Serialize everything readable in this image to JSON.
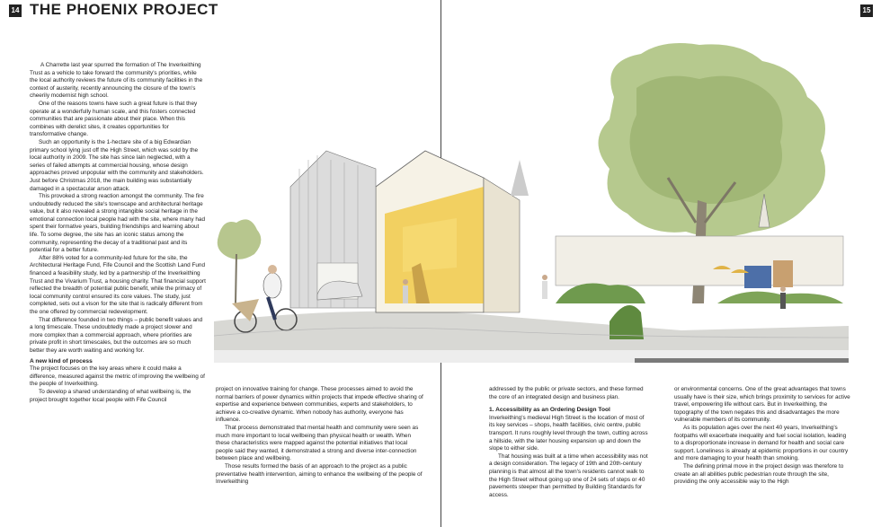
{
  "header": {
    "page_left": "14",
    "page_right": "15",
    "title": "THE PHOENIX PROJECT"
  },
  "col1": {
    "p1": "A Charrette last year spurred the formation of The Inverkeithing Trust as a vehicle to take forward the community's priorities, while the local authority reviews the future of its community facilities in the context of austerity, recently announcing the closure of the town's cheerily modernist high school.",
    "p2": "One of the reasons towns have such a great future is that they operate at a wonderfully human scale, and this fosters connected communities that are passionate about their place. When this combines with derelict sites, it creates opportunities for transformative change.",
    "p3": "Such an opportunity is the 1-hectare site of a big Edwardian primary school lying just off the High Street, which was sold by the local authority in 2009. The site has since lain neglected, with a series of failed attempts at commercial housing, whose design approaches proved unpopular with the community and stakeholders. Just before Christmas 2018, the main building was substantially damaged in a spectacular arson attack.",
    "p4": "This provoked a strong reaction amongst the community. The fire undoubtedly reduced the site's townscape and architectural heritage value, but it also revealed a strong intangible social heritage in the emotional connection local people had with the site, where many had spent their formative years, building friendships and learning about life. To some degree, the site has an iconic status among the community, representing the decay of a traditional past and its potential for a better future.",
    "p5": "After 88% voted for a community-led future for the site, the Architectural Heritage Fund, Fife Council and the Scottish Land Fund financed a feasibility study, led by a partnership of the Inverkeithing Trust and the Vivarium Trust, a housing charity. That financial support reflected the breadth of potential public benefit, while the primacy of local community control ensured its core values. The study, just completed, sets out a vison for the site that is radically different from the one offered by commercial redevelopment.",
    "p6": "That difference founded in two things – public benefit values and a long timescale. These undoubtedly made a project slower and more complex than a commercial approach, where priorities are private profit in short timescales, but the outcomes are so much better they are worth waiting and working for.",
    "heading": "A new kind of process",
    "p7": "The project focuses on the key areas where it could make a difference, measured against the metric of improving the wellbeing of the people of Inverkeithing.",
    "p8": "To develop a shared understanding of what wellbeing is, the project brought together local people with Fife Council"
  },
  "col2": {
    "p1": "project on innovative training for change. These processes aimed to avoid the normal barriers of power dynamics within projects that impede effective sharing of expertise and experience between communities, experts and stakeholders, to achieve a co-creative dynamic. When nobody has authority, everyone has influence.",
    "p2": "That process demonstrated that mental health and community were seen as much more important to local wellbeing than physical health or wealth. When these characteristics were mapped against the potential initiatives that local people said they wanted, it demonstrated a strong and diverse inter-connection between place and wellbeing.",
    "p3": "Those results formed the basis of an approach to the project as a public preventative health intervention, aiming to enhance the wellbeing of the people of Inverkeithing"
  },
  "col3": {
    "p1": "addressed by the public or private sectors, and these formed the core of an integrated design and business plan.",
    "heading": "1. Accessibility as an Ordering Design Tool",
    "p2": "Inverkeithing's medieval High Street is the location of most of its key services – shops, health facilities, civic centre, public transport. It runs roughly level through the town, cutting across a hillside, with the later housing expansion up and down the slope to either side.",
    "p3": "That housing was built at a time when accessibility was not a design consideration. The legacy of 19th and 20th-century planning is that almost all the town's residents cannot walk to the High Street without going up one of 24 sets of steps or 40 pavements steeper than permitted by Building Standards for access."
  },
  "col4": {
    "p1": "or environmental concerns. One of the great advantages that towns usually have is their size, which brings proximity to services for active travel, empowering life without cars. But in Inverkeithing, the topography of the town negates this and disadvantages the more vulnerable members of its community.",
    "p2": "As its population ages over the next 40 years, Inverkeithing's footpaths will exacerbate inequality and fuel social isolation, leading to a disproportionate increase in demand for health and social care support. Loneliness is already at epidemic proportions in our country and more damaging to your health than smoking.",
    "p3": "The defining primal move in the project design was therefore to create an all abilities public pedestrian route through the site, providing the only accessible way to the High"
  },
  "illustration": {
    "alt": "Hand-drawn colour perspective sketch of the redeveloped school site"
  }
}
